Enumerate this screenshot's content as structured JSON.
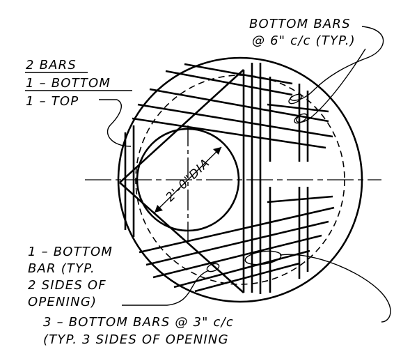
{
  "annotations": {
    "bottom_bars_6": {
      "line1": "BOTTOM BARS",
      "line2": "@ 6\" c/c (TYP.)"
    },
    "two_bars": {
      "line1": "2 BARS",
      "line2": "1 – BOTTOM",
      "line3": "1 – TOP"
    },
    "one_bottom_bar": {
      "line1": "1 – BOTTOM",
      "line2": "BAR (TYP.",
      "line3": "2 SIDES OF",
      "line4": "OPENING)"
    },
    "three_bottom_bars": {
      "line1": "3 – BOTTOM BARS @ 3\" c/c",
      "line2": "(TYP. 3 SIDES OF OPENING"
    }
  },
  "opening": {
    "dimension": "2'-0\"DIA"
  }
}
